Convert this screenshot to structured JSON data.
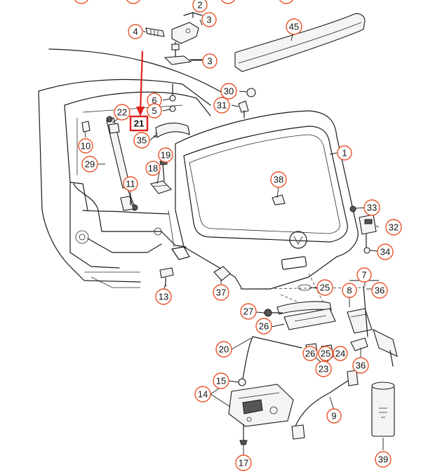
{
  "diagram": {
    "highlighted_part": "21",
    "accent_color": "#e0211c",
    "callout_color": "#e8542a",
    "callouts": [
      {
        "id": "c-2",
        "label": "2"
      },
      {
        "id": "c-3a",
        "label": "3"
      },
      {
        "id": "c-4",
        "label": "4"
      },
      {
        "id": "c-3b",
        "label": "3"
      },
      {
        "id": "c-45",
        "label": "45"
      },
      {
        "id": "c-6",
        "label": "6"
      },
      {
        "id": "c-5",
        "label": "5"
      },
      {
        "id": "c-30",
        "label": "30"
      },
      {
        "id": "c-31",
        "label": "31"
      },
      {
        "id": "c-22",
        "label": "22"
      },
      {
        "id": "c-35",
        "label": "35"
      },
      {
        "id": "c-10",
        "label": "10"
      },
      {
        "id": "c-29",
        "label": "29"
      },
      {
        "id": "c-19",
        "label": "19"
      },
      {
        "id": "c-18",
        "label": "18"
      },
      {
        "id": "c-11",
        "label": "11"
      },
      {
        "id": "c-1",
        "label": "1"
      },
      {
        "id": "c-38",
        "label": "38"
      },
      {
        "id": "c-33",
        "label": "33"
      },
      {
        "id": "c-32",
        "label": "32"
      },
      {
        "id": "c-34",
        "label": "34"
      },
      {
        "id": "c-37",
        "label": "37"
      },
      {
        "id": "c-13",
        "label": "13"
      },
      {
        "id": "c-25a",
        "label": "25"
      },
      {
        "id": "c-7",
        "label": "7"
      },
      {
        "id": "c-8",
        "label": "8"
      },
      {
        "id": "c-36a",
        "label": "36"
      },
      {
        "id": "c-27",
        "label": "27"
      },
      {
        "id": "c-26a",
        "label": "26"
      },
      {
        "id": "c-20",
        "label": "20"
      },
      {
        "id": "c-26b",
        "label": "26"
      },
      {
        "id": "c-25b",
        "label": "25"
      },
      {
        "id": "c-24",
        "label": "24"
      },
      {
        "id": "c-23",
        "label": "23"
      },
      {
        "id": "c-36b",
        "label": "36"
      },
      {
        "id": "c-15",
        "label": "15"
      },
      {
        "id": "c-14",
        "label": "14"
      },
      {
        "id": "c-9",
        "label": "9"
      },
      {
        "id": "c-17",
        "label": "17"
      },
      {
        "id": "c-39",
        "label": "39"
      },
      {
        "id": "c-top1",
        "label": ""
      },
      {
        "id": "c-top2",
        "label": ""
      },
      {
        "id": "c-top3",
        "label": ""
      },
      {
        "id": "c-top4",
        "label": ""
      }
    ]
  }
}
